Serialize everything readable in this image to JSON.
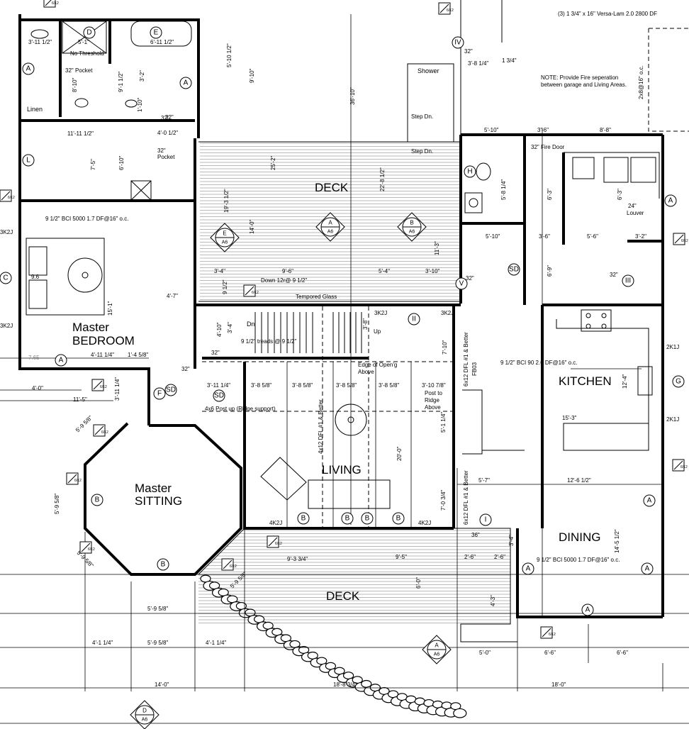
{
  "rooms": {
    "deck_upper": "DECK",
    "deck_lower": "DECK",
    "master_bedroom_1": "Master",
    "master_bedroom_2": "BEDROOM",
    "master_sitting_1": "Master",
    "master_sitting_2": "SITTING",
    "living": "LIVING",
    "kitchen": "KITCHEN",
    "dining": "DINING",
    "shower": "Shower",
    "linen": "Linen"
  },
  "notes": {
    "garage_note_1": "NOTE: Provide Fire seperation",
    "garage_note_2": "between garage and Living Areas.",
    "versa_lam": "(3) 1 3/4\" x 16\" Versa-Lam 2.0 2800 DF",
    "joist_ceiling": "2x8@16\" o.c.",
    "no_threshold": "No Threshold",
    "pocket_1": "32\" Pocket",
    "pocket_2": "32\"",
    "pocket_3": "Pocket",
    "bci_bedroom": "9 1/2\" BCI  5000 1.7 DF@16\" o.c.",
    "bci_kitchen": "9 1/2\" BCI 90 2.0 DF@16\" o.c.",
    "bci_dining": "9 1/2\" BCI  5000 1.7 DF@16\" o.c.",
    "step_dn_1": "Step Dn.",
    "step_dn_2": "Step Dn.",
    "fire_door": "32\" Fire Door",
    "louver_1": "24\"",
    "louver_2": "Louver",
    "tempered_glass": "Tempored Glass",
    "down_treads": "Down 12r@ 9 1/2\"",
    "stair_dn": "Dn",
    "treads": "9 1/2\" treads @ 9 1/2\"",
    "stair_up": "Up",
    "edge_opening_1": "Edge of Open'g",
    "edge_opening_2": "Above",
    "post_ridge": "4x6 Post up (Ridge support)",
    "post_to_ridge_1": "Post to",
    "post_to_ridge_2": "Ridge",
    "post_to_ridge_3": "Above",
    "beam_living": "4x12 DFL #1 & Better",
    "beam_kitchen": "6x12 DFL #1 & Better",
    "beam_dining": "6x12 DFL #1 & Better",
    "fb03": "FB03",
    "door_32_a": "32\"",
    "door_32_b": "32\"",
    "door_32_c": "32\"",
    "door_32_d": "32\"",
    "door_32_e": "32\"",
    "door_36": "36\"",
    "door_32_f": "32\"",
    "v765": "7.65",
    "v96": "9.6",
    "hdr_3k2j_a": "3K2J",
    "hdr_3k2j_b": "3K2J",
    "hdr_3k2j_c": "3K2J",
    "hdr_3k2j_d": "3K2J",
    "hdr_4k2j_a": "4K2J",
    "hdr_4k2j_b": "4K2J",
    "hdr_2k1j": "2K1J",
    "hdr_2k1j_b": "2K1J"
  },
  "dimensions": {
    "d01": "3'-11 1/2\"",
    "d02": "5'-1\"",
    "d03": "6'-11 1/2\"",
    "d04": "5'-10 1/2\"",
    "d05": "9'-10\"",
    "d06": "36'-10\"",
    "d07": "32\"",
    "d08": "3'-8 1/4\"",
    "d09": "1 3/4\"",
    "d10": "8'-10\"",
    "d11": "9'-1 1/2\"",
    "d12": "3'-2\"",
    "d13": "1'-10\"",
    "d14": "11'-11 1/2\"",
    "d15": "4'-0 1/2\"",
    "d16": "7'-5\"",
    "d17": "6'-10\"",
    "d18": "25'-2\"",
    "d19": "22'-8 1/2\"",
    "d20": "19'-3 1/2\"",
    "d21": "14'-0\"",
    "d22": "5'-10\"",
    "d23": "3'-6\"",
    "d24": "8'-8\"",
    "d25": "5'-8 1/4\"",
    "d26": "6'-3\"",
    "d27": "6'-3\"",
    "d28": "5'-10\"",
    "d29": "3'-6\"",
    "d30": "5'-6\"",
    "d31": "3'-2\"",
    "d32": "6'-9\"",
    "d33": "11'-3\"",
    "d34": "3'-4\"",
    "d35": "9'-6\"",
    "d36": "5'-4\"",
    "d37": "3'-10\"",
    "d38": "15'-1\"",
    "d39": "4'-7\"",
    "d40": "9 1/2\"",
    "d41": "4'-10\"",
    "d42": "3'-4\"",
    "d43": "3'-8\"",
    "d44": "7'-10\"",
    "d45": "12'-4\"",
    "d46": "4'-11 1/4\"",
    "d47": "1'-4 5/8\"",
    "d48": "4'-0\"",
    "d49": "3'-11 1/4\"",
    "d50": "11'-5\"",
    "d51": "3'-11 1/4\"",
    "d52": "3'-8 5/8\"",
    "d53": "3'-8 5/8\"",
    "d54": "3'-8 5/8\"",
    "d55": "3'-8 5/8\"",
    "d56": "3'-10 7/8\"",
    "d57": "5'-9 5/8\"",
    "d58": "5'-9 5/8\"",
    "d59": "5'-1 1/4\"",
    "d60": "20'-0\"",
    "d61": "15'-3\"",
    "d62": "5'-7\"",
    "d63": "12'-6 1/2\"",
    "d64": "7'-0 3/4\"",
    "d65": "14'-5 1/2\"",
    "d66": "9'-3 3/4\"",
    "d67": "9'-5\"",
    "d68": "2'-6\"",
    "d69": "2'-6\"",
    "d70": "3'-4\"",
    "d71": "5'-9 5/8\"",
    "d72": "6'-0\"",
    "d73": "4'-3\"",
    "d74": "5'-9 5/8\"",
    "d75": "4'-1 1/4\"",
    "d76": "5'-9 5/8\"",
    "d77": "4'-1 1/4\"",
    "d78": "5'-0\"",
    "d79": "6'-6\"",
    "d80": "6'-6\"",
    "d81": "14'-0\"",
    "d82": "18'-8 3/4\"",
    "d83": "18'-0\"",
    "d84": "5'-9 5/8\""
  },
  "tags": {
    "window_a": "A",
    "window_b": "B",
    "window_c": "C",
    "window_d": "D",
    "window_e": "E",
    "window_f": "F",
    "window_g": "G",
    "window_h": "H",
    "window_l": "L",
    "door_1": "I",
    "door_2": "II",
    "door_3": "III",
    "door_4": "IV",
    "door_5": "V",
    "sd": "SD",
    "a6": "A6",
    "roof_pitch": "6/12"
  },
  "colors": {
    "ink": "#000000",
    "paper": "#ffffff",
    "deck_lines": "#777777"
  }
}
